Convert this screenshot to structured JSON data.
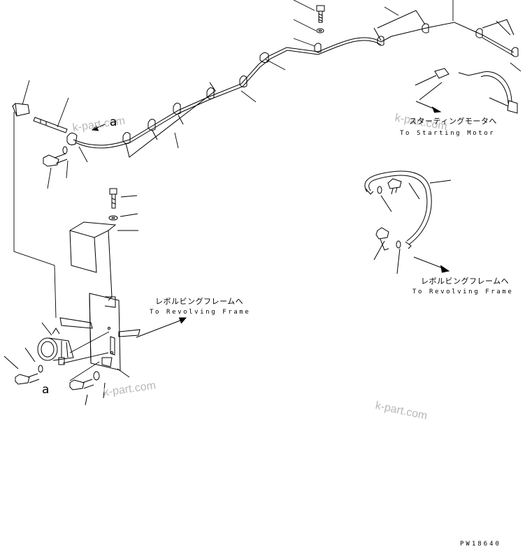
{
  "labels": {
    "starting_motor_jp": "スターティングモータへ",
    "starting_motor_en": "To Starting Motor",
    "revolving_frame_1_jp": "レボルビングフレームへ",
    "revolving_frame_1_en": "To Revolving Frame",
    "revolving_frame_2_jp": "レボルビングフレームへ",
    "revolving_frame_2_en": "To Revolving Frame",
    "detail_ref_top": "a",
    "detail_ref_bottom": "a",
    "drawing_code": "PW18640"
  },
  "watermarks": [
    "k-part.com",
    "k-part.com",
    "k-part.com",
    "k-part.com"
  ],
  "colors": {
    "line": "#000000",
    "watermark": "#b8b8b8",
    "background": "#ffffff"
  }
}
